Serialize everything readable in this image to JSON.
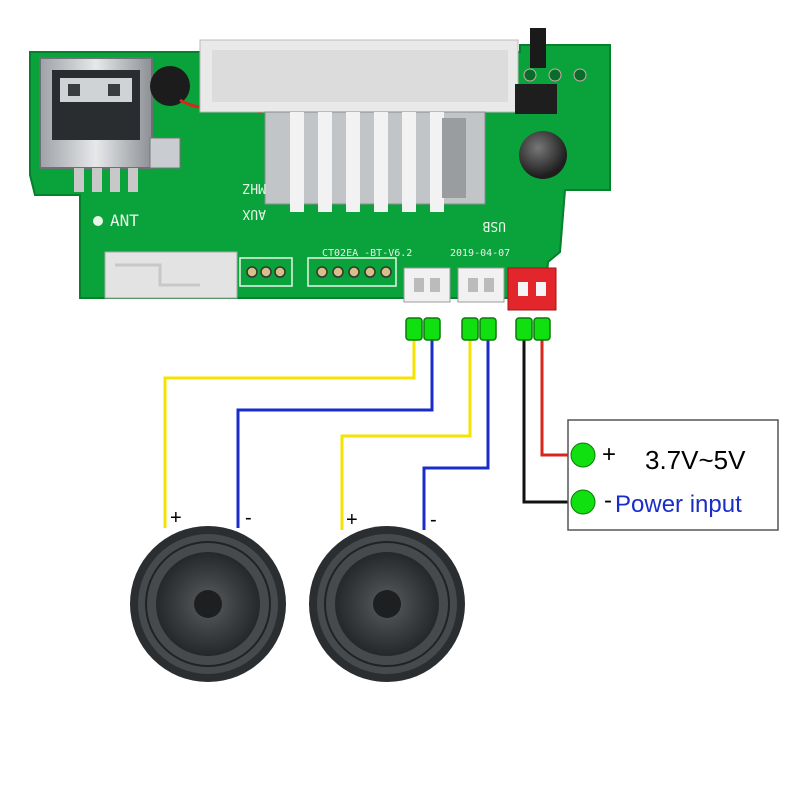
{
  "board": {
    "silkscreen": {
      "ant": "ANT",
      "aux": "AUX",
      "mhz": "MHZ",
      "usb": "USB",
      "model": "CT02EA -BT-V6.2",
      "date": "2019-04-07"
    },
    "colors": {
      "pcb": "#0aa23a",
      "pcb_dark": "#07852f"
    }
  },
  "wires": {
    "colors": {
      "yellow": "#f5e400",
      "blue": "#1a2dc8",
      "red": "#d8261c",
      "black": "#111111",
      "terminal": "#10e010"
    }
  },
  "speakers": [
    {
      "plus": "+",
      "minus": "-"
    },
    {
      "plus": "+",
      "minus": "-"
    }
  ],
  "power": {
    "plus": "+",
    "minus": "-",
    "voltage": "3.7V~5V",
    "label": "Power input",
    "label_color": "#1a2dc8"
  }
}
